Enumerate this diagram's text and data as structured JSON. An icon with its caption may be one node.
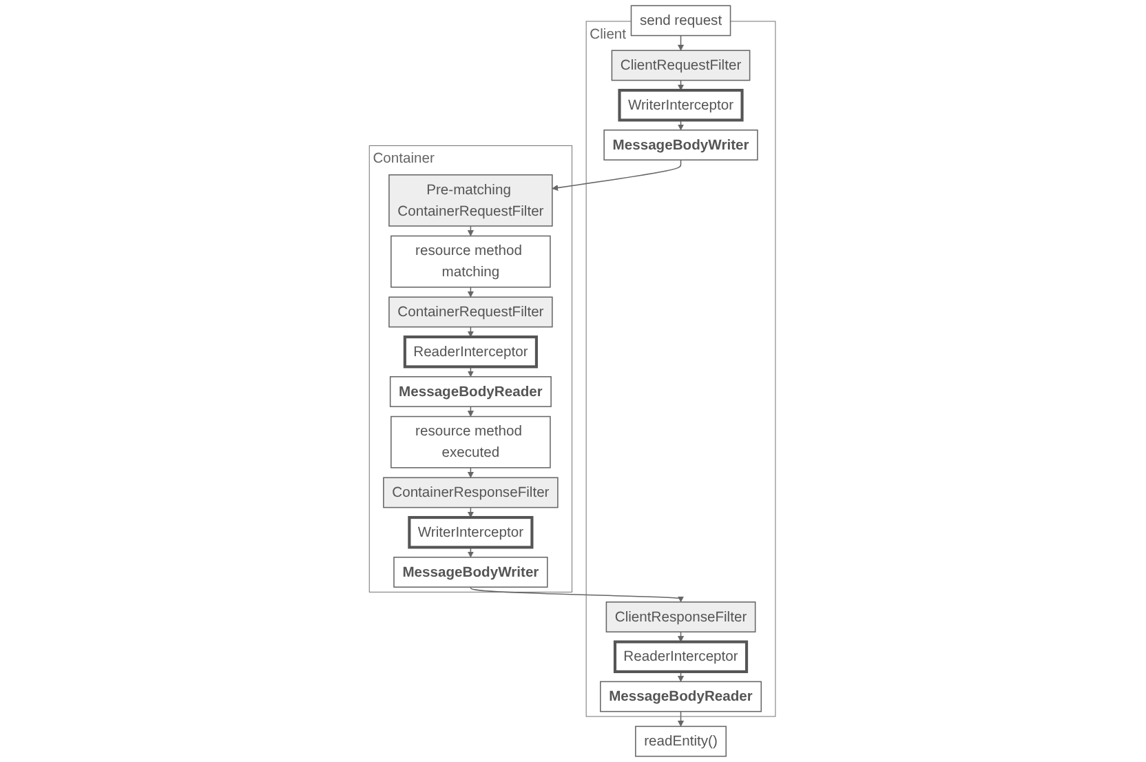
{
  "diagram": {
    "nodes": [
      {
        "text": [
          "send request"
        ]
      },
      {
        "text": [
          "Client"
        ]
      },
      {
        "text": [
          "ClientRequestFilter"
        ],
        "in": 1
      },
      {
        "text": [
          "WriterInterceptor"
        ],
        "in": 1
      },
      {
        "text": [
          "MessageBodyWriter"
        ],
        "in": 1
      },
      {
        "text": [
          "MessageBodyReader"
        ],
        "in": 1
      },
      {
        "text": [
          "ReaderInterceptor"
        ],
        "in": 1
      },
      {
        "text": [
          "ClientResponseFilter"
        ],
        "in": 1
      },
      {
        "text": [
          "readEntity()"
        ]
      },
      {
        "text": [
          "Container"
        ]
      },
      {
        "text": [
          "ContainerRequestFilter"
        ],
        "in": 9
      },
      {
        "text": [
          "resource method matching"
        ],
        "in": 9
      },
      {
        "text": [
          "Pre-matching ContainerRequestFilter"
        ],
        "in": 9
      },
      {
        "text": [
          "ReaderInterceptor"
        ],
        "in": 9
      },
      {
        "text": [
          "MessageBodyReader"
        ],
        "in": 9
      },
      {
        "text": [
          "resource method executed"
        ],
        "in": 9
      },
      {
        "text": [
          "ContainerResponseFilter"
        ],
        "in": 9
      },
      {
        "text": [
          "WriterInterceptor"
        ],
        "in": 9
      },
      {
        "text": [
          "MessageBodyWriter"
        ],
        "in": 9
      }
    ],
    "edges": [
      {
        "from": 0,
        "to": 2,
        "arrow": "to"
      },
      {
        "from": 2,
        "to": 3,
        "arrow": "to"
      },
      {
        "from": 3,
        "to": 4,
        "arrow": "to"
      },
      {
        "from": 4,
        "to": 12,
        "arrow": "to"
      },
      {
        "from": 12,
        "to": 11,
        "arrow": "to"
      },
      {
        "from": 11,
        "to": 10,
        "arrow": "to"
      },
      {
        "from": 10,
        "to": 13,
        "arrow": "to"
      },
      {
        "from": 13,
        "to": 14,
        "arrow": "to"
      },
      {
        "from": 14,
        "to": 15,
        "arrow": "to"
      },
      {
        "from": 15,
        "to": 16,
        "arrow": "to"
      },
      {
        "from": 16,
        "to": 17,
        "arrow": "to"
      },
      {
        "from": 17,
        "to": 18,
        "arrow": "to"
      },
      {
        "from": 18,
        "to": 7,
        "arrow": "to"
      },
      {
        "from": 7,
        "to": 6,
        "arrow": "to"
      },
      {
        "from": 6,
        "to": 5,
        "arrow": "to"
      },
      {
        "from": 5,
        "to": 8,
        "arrow": "to"
      }
    ]
  }
}
